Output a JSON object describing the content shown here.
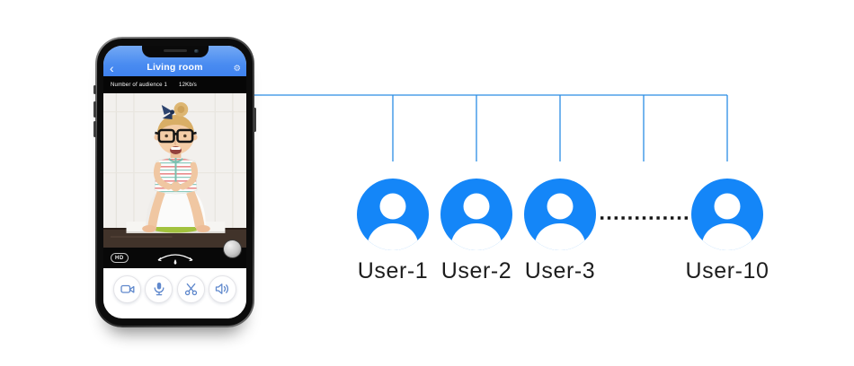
{
  "phone": {
    "header": {
      "back_glyph": "‹",
      "back_icon": "back-chevron-icon",
      "title": "Living room",
      "settings_glyph": "⚙",
      "settings_icon": "gear-icon"
    },
    "info_bar": {
      "audience": "Number of audience 1",
      "bitrate": "12Kb/s"
    },
    "video_bar": {
      "hd_badge": "HD",
      "pan_icon": "pan-arc-with-drop",
      "thumbnail_icon": "snapshot-preview"
    },
    "controls": [
      {
        "icon": "video-camera"
      },
      {
        "icon": "microphone"
      },
      {
        "icon": "scissors"
      },
      {
        "icon": "speaker"
      }
    ]
  },
  "network": {
    "users": [
      {
        "label": "User-1"
      },
      {
        "label": "User-2"
      },
      {
        "label": "User-3"
      },
      {
        "label": "User-10"
      }
    ],
    "avatar_icon": "person",
    "more_users_indicator": "dotted-line",
    "colors": {
      "avatar_blue": "#1486f8",
      "connector_blue": "#2b8de4",
      "label_text": "#1d1d1d",
      "header_blue_top": "#74a9f4",
      "header_blue_bottom": "#3f82ef",
      "control_icon_blue": "#5f88cc"
    }
  }
}
